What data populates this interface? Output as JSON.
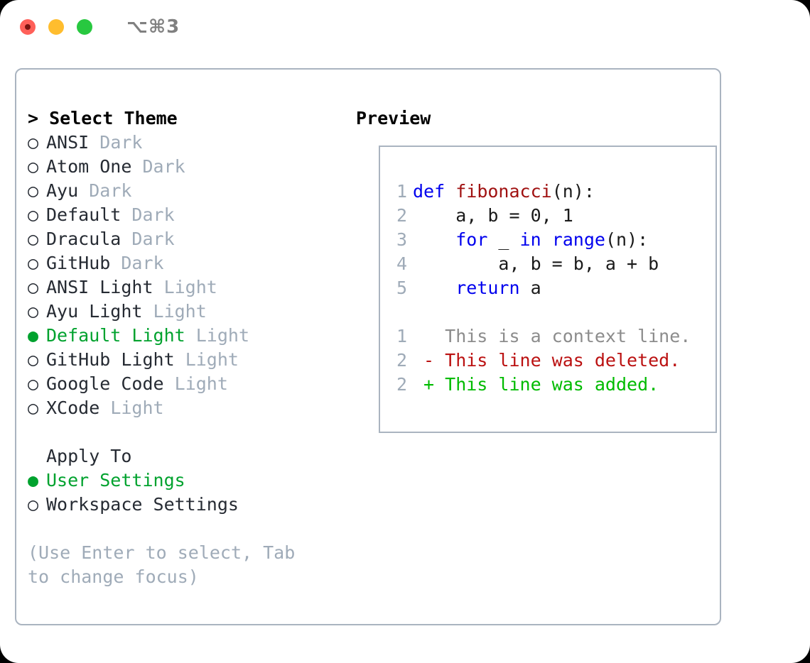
{
  "titlebar": {
    "shortcut": "⌥⌘3",
    "buttons": [
      {
        "name": "close",
        "color": "#ff6059"
      },
      {
        "name": "minimize",
        "color": "#ffbd2e"
      },
      {
        "name": "maximize",
        "color": "#28c840"
      }
    ]
  },
  "theme_picker": {
    "header": "> Select Theme",
    "marker_selected": "●",
    "marker_unselected": "○",
    "items": [
      {
        "label": "ANSI",
        "variant": "Dark",
        "selected": false
      },
      {
        "label": "Atom One",
        "variant": "Dark",
        "selected": false
      },
      {
        "label": "Ayu",
        "variant": "Dark",
        "selected": false
      },
      {
        "label": "Default",
        "variant": "Dark",
        "selected": false
      },
      {
        "label": "Dracula",
        "variant": "Dark",
        "selected": false
      },
      {
        "label": "GitHub",
        "variant": "Dark",
        "selected": false
      },
      {
        "label": "ANSI Light",
        "variant": "Light",
        "selected": false
      },
      {
        "label": "Ayu Light",
        "variant": "Light",
        "selected": false
      },
      {
        "label": "Default Light",
        "variant": "Light",
        "selected": true
      },
      {
        "label": "GitHub Light",
        "variant": "Light",
        "selected": false
      },
      {
        "label": "Google Code",
        "variant": "Light",
        "selected": false
      },
      {
        "label": "XCode",
        "variant": "Light",
        "selected": false
      }
    ]
  },
  "apply_to": {
    "header": "Apply To",
    "items": [
      {
        "label": "User Settings",
        "selected": true
      },
      {
        "label": "Workspace Settings",
        "selected": false
      }
    ]
  },
  "hint": "(Use Enter to select, Tab to change focus)",
  "preview": {
    "header": "Preview",
    "code_lines": [
      {
        "number": "1",
        "tokens": [
          {
            "text": "def ",
            "kind": "kw"
          },
          {
            "text": "fibonacci",
            "kind": "fn"
          },
          {
            "text": "(n):",
            "kind": "plain"
          }
        ]
      },
      {
        "number": "2",
        "tokens": [
          {
            "text": "    a, b = 0, 1",
            "kind": "plain"
          }
        ]
      },
      {
        "number": "3",
        "tokens": [
          {
            "text": "    ",
            "kind": "plain"
          },
          {
            "text": "for",
            "kind": "kw"
          },
          {
            "text": " _ ",
            "kind": "plain"
          },
          {
            "text": "in",
            "kind": "kw"
          },
          {
            "text": " ",
            "kind": "plain"
          },
          {
            "text": "range",
            "kind": "kw"
          },
          {
            "text": "(n):",
            "kind": "plain"
          }
        ]
      },
      {
        "number": "4",
        "tokens": [
          {
            "text": "        a, b = b, a + b",
            "kind": "plain"
          }
        ]
      },
      {
        "number": "5",
        "tokens": [
          {
            "text": "    ",
            "kind": "plain"
          },
          {
            "text": "return",
            "kind": "kw"
          },
          {
            "text": " a",
            "kind": "plain"
          }
        ]
      }
    ],
    "diff_lines": [
      {
        "number": "1",
        "sign": " ",
        "text": "This is a context line.",
        "kind": "ctx"
      },
      {
        "number": "2",
        "sign": "-",
        "text": "This line was deleted.",
        "kind": "del"
      },
      {
        "number": "2",
        "sign": "+",
        "text": "This line was added.",
        "kind": "add"
      }
    ]
  },
  "colors": {
    "accent_green": "#00a22e",
    "muted": "#9fabb8",
    "keyword_blue": "#0000ee",
    "function_red": "#a01111",
    "diff_removed": "#bb1111",
    "diff_added": "#00bb00",
    "border": "#aab4c0",
    "text": "#262b33"
  }
}
